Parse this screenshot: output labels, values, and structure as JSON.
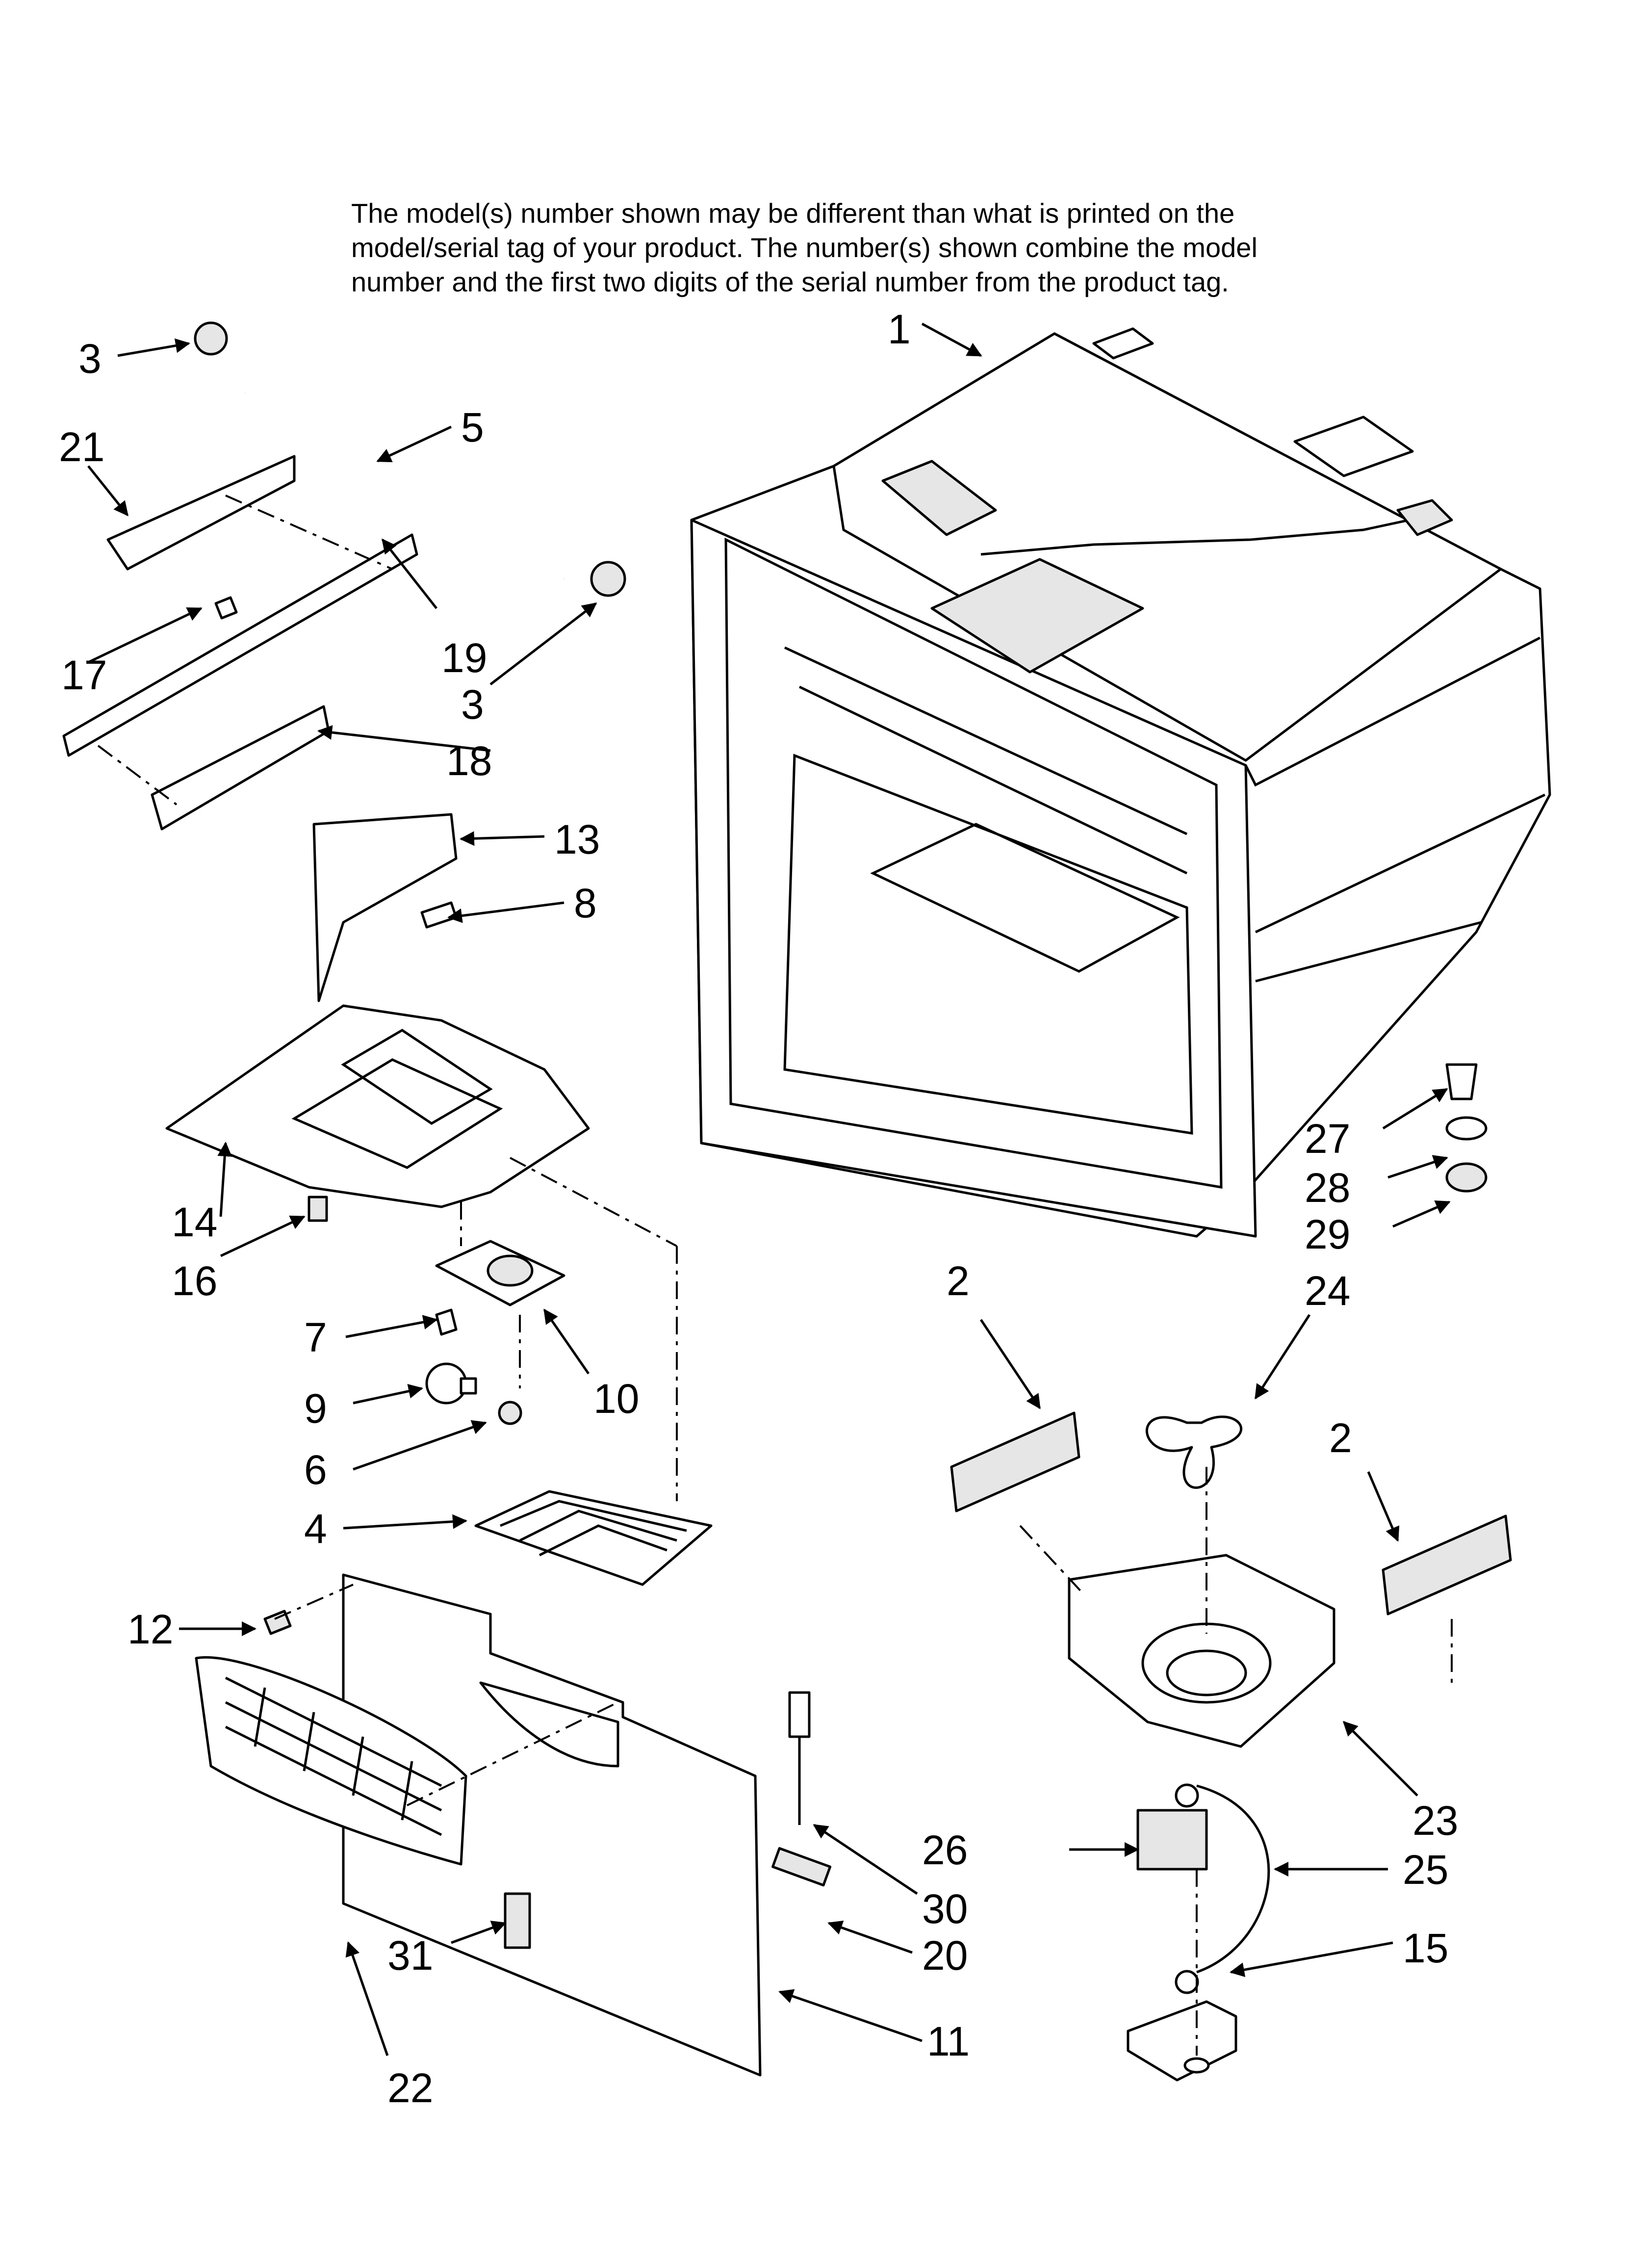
{
  "header": {
    "lines": [
      "The model(s) number shown may be different than what is printed on the",
      "model/serial tag of your product. The number(s) shown combine the model",
      "number and the first two digits of the serial number from the product tag."
    ]
  },
  "callouts": {
    "c1": "1",
    "c2a": "2",
    "c2b": "2",
    "c3a": "3",
    "c3b": "3",
    "c4": "4",
    "c5": "5",
    "c6": "6",
    "c7": "7",
    "c8": "8",
    "c9": "9",
    "c10": "10",
    "c11": "11",
    "c12": "12",
    "c13": "13",
    "c14": "14",
    "c15": "15",
    "c16": "16",
    "c17": "17",
    "c18": "18",
    "c19": "19",
    "c20": "20",
    "c21": "21",
    "c22": "22",
    "c23": "23",
    "c24": "24",
    "c25": "25",
    "c26": "26",
    "c27": "27",
    "c28": "28",
    "c29": "29",
    "c30": "30",
    "c31": "31"
  }
}
